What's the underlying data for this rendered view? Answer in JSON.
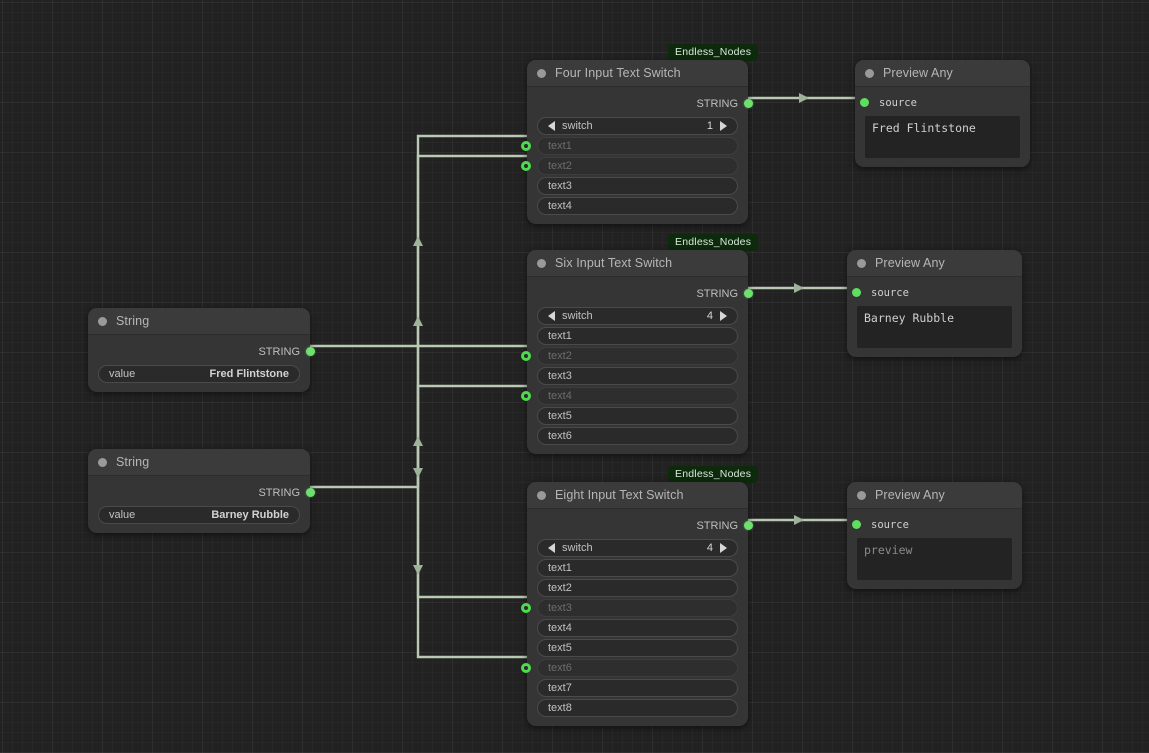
{
  "app": {
    "title": "Node Graph Editor",
    "canvas_background": "#222222"
  },
  "colors": {
    "node_body": "#353535",
    "node_header": "#3b3b3b",
    "link": "#b9c9b4",
    "socket_out": "#6ee06e",
    "socket_in": "#4ddc4d",
    "badge_bg": "#0d2a0d"
  },
  "nodes": [
    {
      "id": "string-fred",
      "type": "String",
      "title": "String",
      "outputs": [
        {
          "label": "STRING"
        }
      ],
      "widgets": [
        {
          "label": "value",
          "value": "Fred Flintstone",
          "linked": false
        }
      ]
    },
    {
      "id": "string-barney",
      "type": "String",
      "title": "String",
      "outputs": [
        {
          "label": "STRING"
        }
      ],
      "widgets": [
        {
          "label": "value",
          "value": "Barney Rubble",
          "linked": false
        }
      ]
    },
    {
      "id": "four-input-text-switch",
      "type": "Four Input Text Switch",
      "title": "Four Input Text Switch",
      "badge": "Endless_Nodes",
      "outputs": [
        {
          "label": "STRING"
        }
      ],
      "combo": {
        "label": "switch",
        "value": "1",
        "prev_icon": "arrow-left-icon",
        "next_icon": "arrow-right-icon"
      },
      "widgets": [
        {
          "label": "text1",
          "linked": true
        },
        {
          "label": "text2",
          "linked": true
        },
        {
          "label": "text3",
          "linked": false
        },
        {
          "label": "text4",
          "linked": false
        }
      ]
    },
    {
      "id": "six-input-text-switch",
      "type": "Six Input Text Switch",
      "title": "Six Input Text Switch",
      "badge": "Endless_Nodes",
      "outputs": [
        {
          "label": "STRING"
        }
      ],
      "combo": {
        "label": "switch",
        "value": "4",
        "prev_icon": "arrow-left-icon",
        "next_icon": "arrow-right-icon"
      },
      "widgets": [
        {
          "label": "text1",
          "linked": false
        },
        {
          "label": "text2",
          "linked": true
        },
        {
          "label": "text3",
          "linked": false
        },
        {
          "label": "text4",
          "linked": true
        },
        {
          "label": "text5",
          "linked": false
        },
        {
          "label": "text6",
          "linked": false
        }
      ]
    },
    {
      "id": "eight-input-text-switch",
      "type": "Eight Input Text Switch",
      "title": "Eight Input Text Switch",
      "badge": "Endless_Nodes",
      "outputs": [
        {
          "label": "STRING"
        }
      ],
      "combo": {
        "label": "switch",
        "value": "4",
        "prev_icon": "arrow-left-icon",
        "next_icon": "arrow-right-icon"
      },
      "widgets": [
        {
          "label": "text1",
          "linked": false
        },
        {
          "label": "text2",
          "linked": false
        },
        {
          "label": "text3",
          "linked": true
        },
        {
          "label": "text4",
          "linked": false
        },
        {
          "label": "text5",
          "linked": false
        },
        {
          "label": "text6",
          "linked": true
        },
        {
          "label": "text7",
          "linked": false
        },
        {
          "label": "text8",
          "linked": false
        }
      ]
    },
    {
      "id": "preview-any-1",
      "type": "Preview Any",
      "title": "Preview Any",
      "inputs": [
        {
          "label": "source"
        }
      ],
      "preview_text": "Fred Flintstone",
      "is_placeholder": false
    },
    {
      "id": "preview-any-2",
      "type": "Preview Any",
      "title": "Preview Any",
      "inputs": [
        {
          "label": "source"
        }
      ],
      "preview_text": "Barney Rubble",
      "is_placeholder": false
    },
    {
      "id": "preview-any-3",
      "type": "Preview Any",
      "title": "Preview Any",
      "inputs": [
        {
          "label": "source"
        }
      ],
      "preview_text": "preview",
      "is_placeholder": true
    }
  ]
}
